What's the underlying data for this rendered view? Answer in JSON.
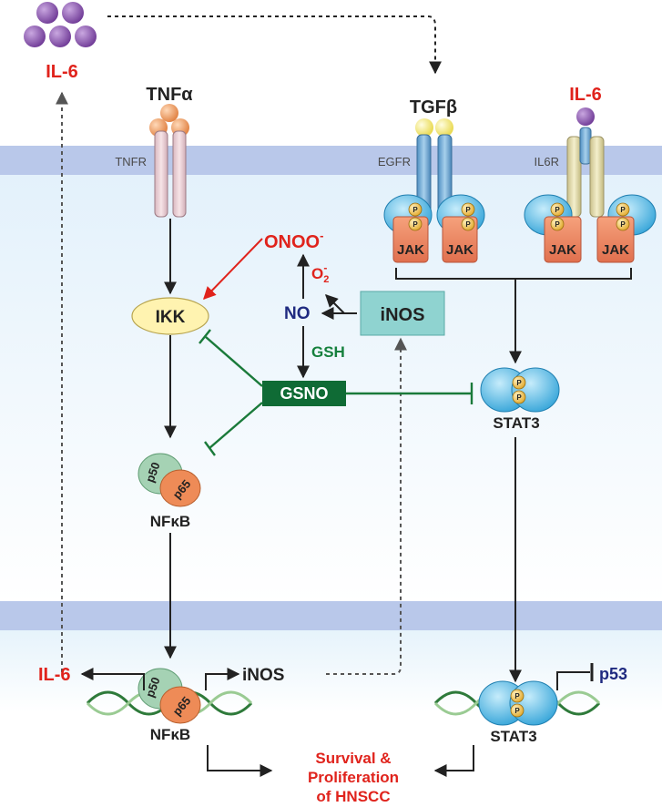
{
  "labels": {
    "il6_secreted": "IL-6",
    "tnfa": "TNFα",
    "tnfr": "TNFR",
    "tgfb": "TGFβ",
    "il6_ligand": "IL-6",
    "egfr": "EGFR",
    "il6r": "IL6R",
    "jak": "JAK",
    "phospho": "P",
    "onoo": "ONOO",
    "onoo_sup": "-",
    "o2": "O",
    "o2_sub": "2",
    "o2_sup": "-",
    "no": "NO",
    "inos_box": "iNOS",
    "ikk": "IKK",
    "gsh": "GSH",
    "gsno": "GSNO",
    "stat3_cyto": "STAT3",
    "p50": "p50",
    "p65": "p65",
    "nfkb_cyto": "NFκB",
    "il6_out": "IL-6",
    "inos_out": "iNOS",
    "nfkb_nuc": "NFκB",
    "stat3_nuc": "STAT3",
    "p53": "p53",
    "outcome_line1": "Survival &",
    "outcome_line2": "Proliferation",
    "outcome_line3": "of HNSCC"
  },
  "colors": {
    "membrane": "#b9c8ea",
    "activation_red": "#e0231c",
    "nitrosylation_green": "#1a7a3a",
    "gsno_box": "#0f6b35",
    "inos_box": "#8fd3d0",
    "ikk_fill": "#fff3b0",
    "stat3_fill": "#39b3e6",
    "jak_fill": "#ee8b67",
    "p_fill": "#f2c24b"
  }
}
